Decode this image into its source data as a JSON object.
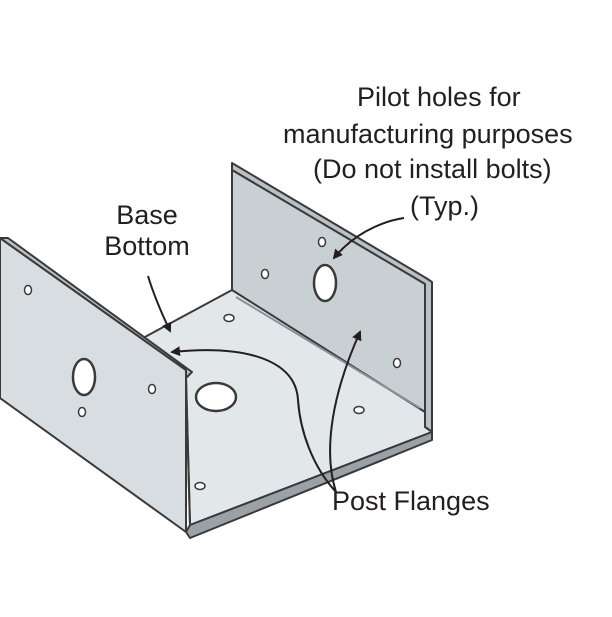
{
  "colors": {
    "metal_face": "#d7dde0",
    "metal_inner": "#c9d0d4",
    "metal_base": "#e2e7ea",
    "edge": "#3a3a3a",
    "hole": "#ffffff",
    "text": "#231f20"
  },
  "labels": {
    "pilot_holes": {
      "line1": "Pilot holes for",
      "line2": "manufacturing purposes",
      "line3": "(Do not install bolts)",
      "line4": "(Typ.)"
    },
    "base_bottom": {
      "line1": "Base",
      "line2": "Bottom"
    },
    "post_flanges": "Post Flanges"
  }
}
